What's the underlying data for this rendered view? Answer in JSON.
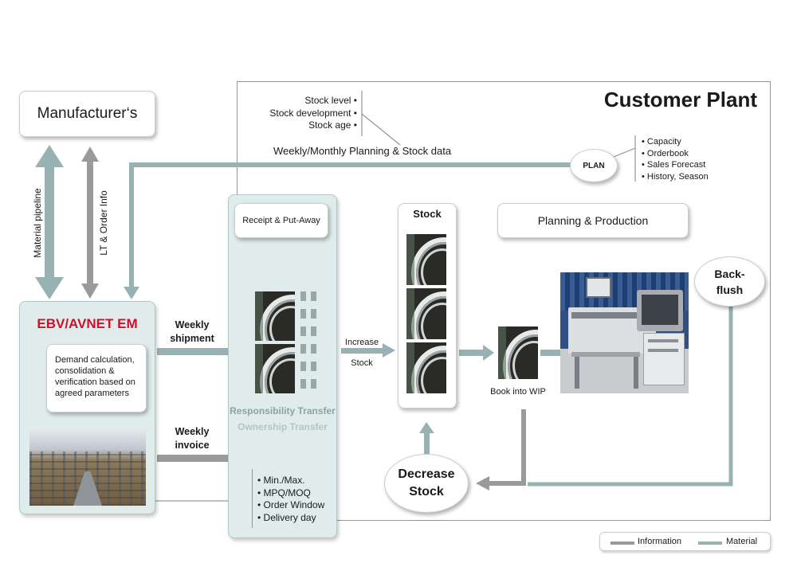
{
  "customer_plant": {
    "title": "Customer Plant"
  },
  "manufacturer": {
    "label": "Manufacturer‘s"
  },
  "pipeline": {
    "material_label": "Material pipeline",
    "info_label": "LT & Order Info"
  },
  "stock_data": {
    "items": [
      "Stock level",
      "Stock development",
      "Stock age"
    ],
    "caption": "Weekly/Monthly Planning & Stock data"
  },
  "plan": {
    "label": "PLAN",
    "items": [
      "Capacity",
      "Orderbook",
      "Sales Forecast",
      "History, Season"
    ]
  },
  "ebv": {
    "title": "EBV/AVNET EM",
    "demand_text": "Demand calculation, consolidation & verification based on agreed parameters"
  },
  "transfer": {
    "receipt_label": "Receipt & Put-Away",
    "responsibility": "Responsibility Transfer",
    "ownership": "Ownership Transfer",
    "parameters": [
      "Min./Max.",
      "MPQ/MOQ",
      "Order Window",
      "Delivery day"
    ]
  },
  "flows": {
    "weekly_shipment": "Weekly shipment",
    "weekly_invoice": "Weekly invoice",
    "increase": "Increase",
    "stock_word": "Stock",
    "book_into_wip": "Book into WIP"
  },
  "stock": {
    "label": "Stock"
  },
  "planning_production": {
    "label": "Planning & Production"
  },
  "backflush": {
    "label": "Back-flush"
  },
  "decrease_stock": {
    "label": "Decrease Stock"
  },
  "legend": {
    "information": "Information",
    "material": "Material"
  },
  "colors": {
    "material": "#98b2b4",
    "information": "#9a9a9a",
    "ebv_title": "#d0102b",
    "panel_fill": "#dfeceb"
  }
}
